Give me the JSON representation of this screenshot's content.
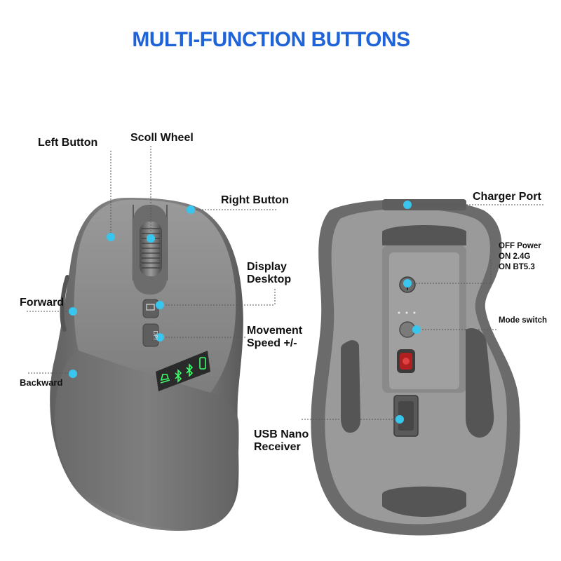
{
  "title": "MULTI-FUNCTION BUTTONS",
  "labels": {
    "left_button": "Left Button",
    "scroll_wheel": "Scoll Wheel",
    "right_button": "Right Button",
    "display_desktop_line1": "Display",
    "display_desktop_line2": "Desktop",
    "forward": "Forward",
    "movement_speed_line1": "Movement",
    "movement_speed_line2": "Speed +/-",
    "backward": "Backward",
    "charger_port": "Charger Port",
    "power_line1": "OFF Power",
    "power_line2": "ON 2.4G",
    "power_line3": "ON BT5.3",
    "mode_switch": "Mode switch",
    "usb_line1": "USB Nano",
    "usb_line2": "Receiver",
    "dpi_key": "DPI"
  },
  "colors": {
    "title": "#1e63d8",
    "marker": "#39c6ee",
    "mouse_body": "#7a7a7a",
    "leader_line": "#555555",
    "indicator_glow": "#3dff6a"
  },
  "icons": [
    "desktop-icon",
    "bluetooth-icon",
    "battery-icon",
    "keyboard-icon"
  ]
}
